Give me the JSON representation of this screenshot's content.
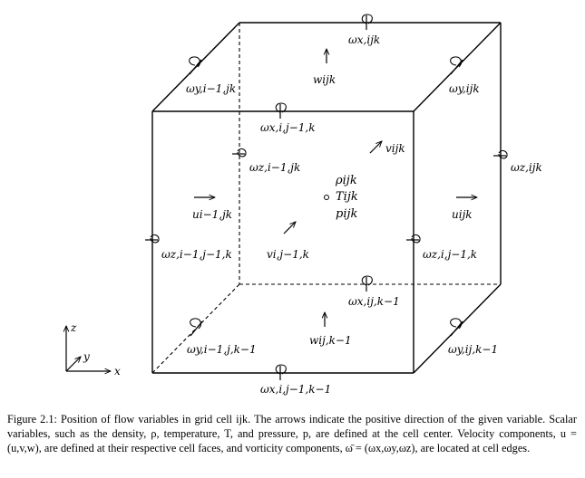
{
  "labels": {
    "omega_x_ijk": "ωx,ijk",
    "w_ijk": "wijk",
    "omega_y_im1_jk": "ωy,i−1,jk",
    "omega_y_ijk": "ωy,ijk",
    "omega_x_i_jm1_k": "ωx,i,j−1,k",
    "v_ijk": "vijk",
    "omega_z_im1_jk": "ωz,i−1,jk",
    "omega_z_ijk": "ωz,ijk",
    "rho_ijk": "ρijk",
    "T_ijk": "Tijk",
    "p_ijk": "pijk",
    "u_im1_jk": "ui−1,jk",
    "u_ijk": "uijk",
    "omega_z_im1_jm1_k": "ωz,i−1,j−1,k",
    "v_i_jm1_k": "vi,j−1,k",
    "omega_z_i_jm1_k": "ωz,i,j−1,k",
    "omega_x_ij_km1": "ωx,ij,k−1",
    "w_ij_km1": "wij,k−1",
    "omega_y_im1_j_km1": "ωy,i−1,j,k−1",
    "omega_y_ij_km1": "ωy,ij,k−1",
    "omega_x_i_jm1_km1": "ωx,i,j−1,k−1"
  },
  "axes": {
    "z": "z",
    "y": "y",
    "x": "x"
  },
  "caption": "Figure 2.1: Position of flow variables in grid cell ijk. The arrows indicate the positive direction of the given variable. Scalar variables, such as the density, ρ, temperature, T, and pressure, p, are defined at the cell center. Velocity components, u = (u,v,w), are defined at their respective cell faces, and vorticity components, ω̄ = (ωx,ωy,ωz), are located at cell edges."
}
